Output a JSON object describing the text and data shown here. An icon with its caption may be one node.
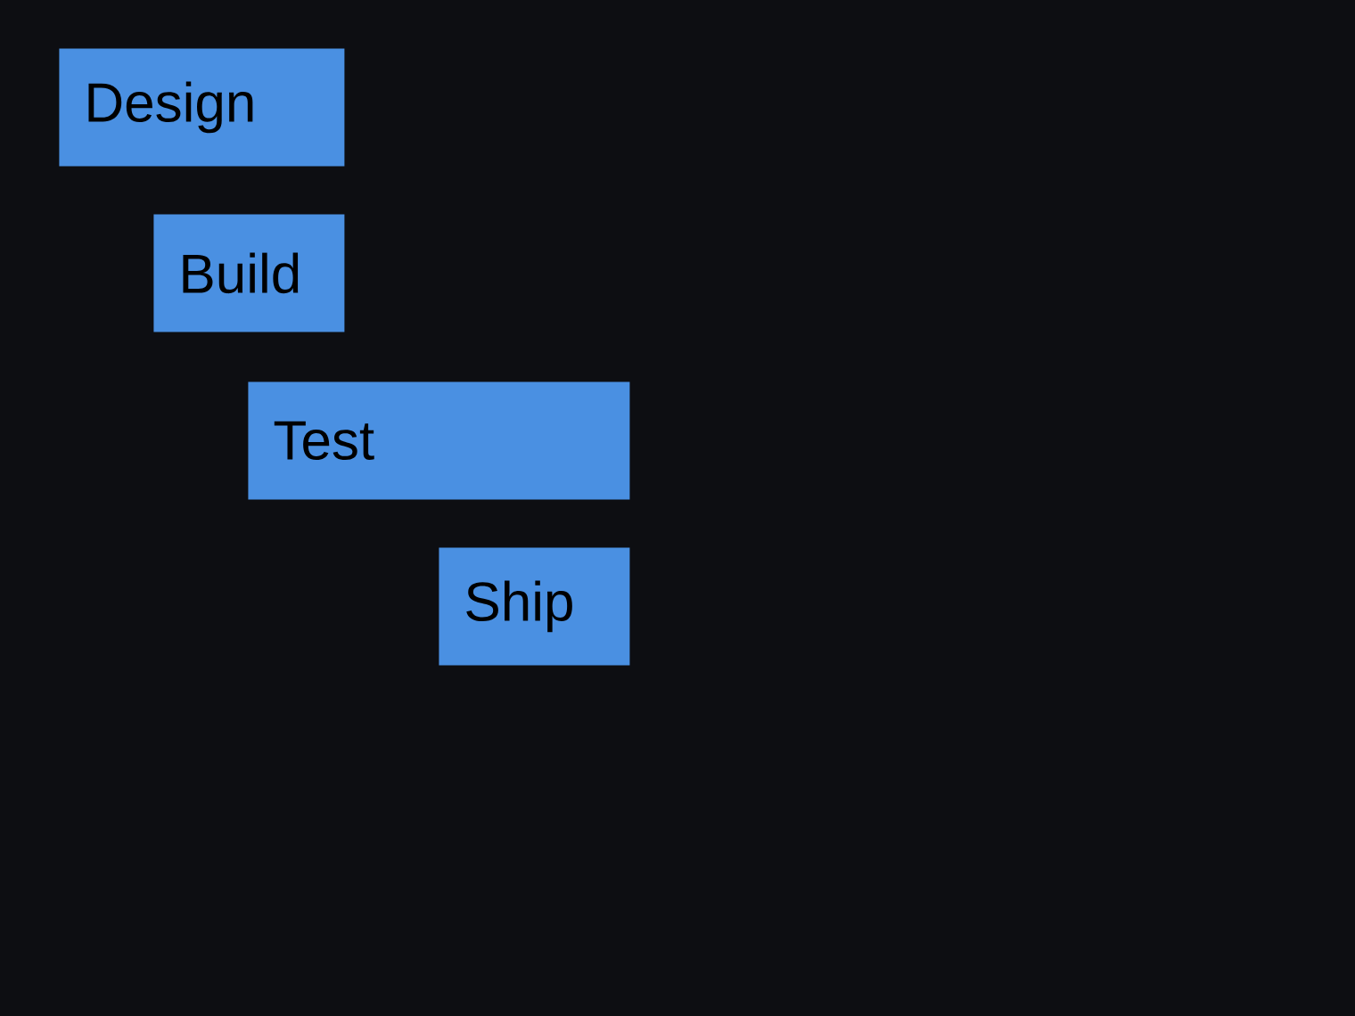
{
  "diagram": {
    "nodes": [
      {
        "text": [
          "Design"
        ]
      },
      {
        "text": [
          "Build"
        ]
      },
      {
        "text": [
          "Test"
        ]
      },
      {
        "text": [
          "Ship"
        ]
      }
    ]
  }
}
